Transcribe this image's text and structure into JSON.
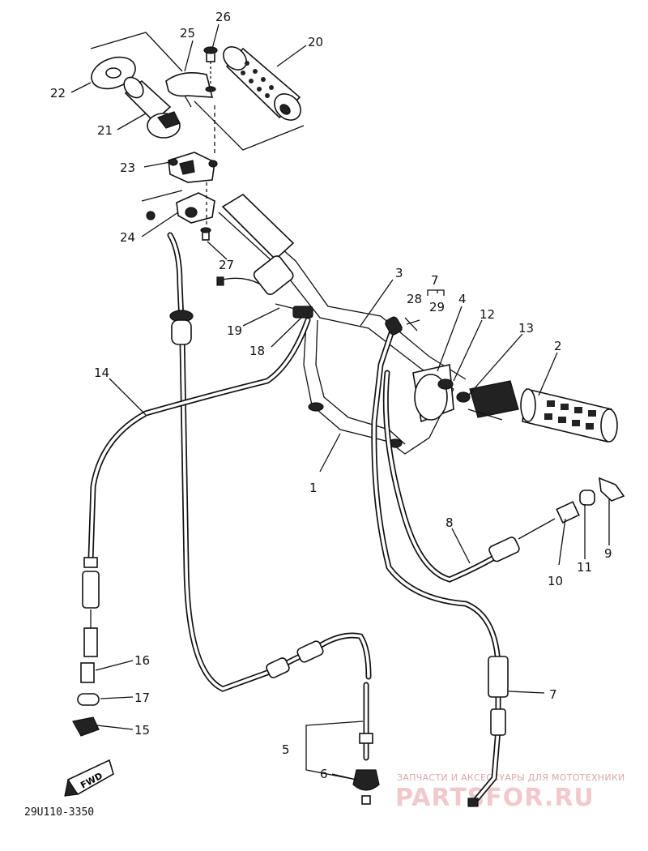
{
  "diagram": {
    "catalog_code": "29U110-3350",
    "fwd_badge": "FWD",
    "watermark": {
      "line1": "ЗАПЧАСТИ И АКСЕССУАРЫ ДЛЯ МОТОТЕХНИКИ",
      "line2": "PARTSFOR.RU"
    },
    "callouts": [
      {
        "id": "c1",
        "text": "1"
      },
      {
        "id": "c2",
        "text": "2"
      },
      {
        "id": "c3",
        "text": "3"
      },
      {
        "id": "c4",
        "text": "4"
      },
      {
        "id": "c5",
        "text": "5"
      },
      {
        "id": "c6",
        "text": "6"
      },
      {
        "id": "c7a",
        "text": "7"
      },
      {
        "id": "c7b",
        "text": "7"
      },
      {
        "id": "c8",
        "text": "8"
      },
      {
        "id": "c9",
        "text": "9"
      },
      {
        "id": "c10",
        "text": "10"
      },
      {
        "id": "c11",
        "text": "11"
      },
      {
        "id": "c12",
        "text": "12"
      },
      {
        "id": "c13",
        "text": "13"
      },
      {
        "id": "c14",
        "text": "14"
      },
      {
        "id": "c15",
        "text": "15"
      },
      {
        "id": "c16",
        "text": "16"
      },
      {
        "id": "c17",
        "text": "17"
      },
      {
        "id": "c18",
        "text": "18"
      },
      {
        "id": "c19",
        "text": "19"
      },
      {
        "id": "c20",
        "text": "20"
      },
      {
        "id": "c21",
        "text": "21"
      },
      {
        "id": "c22",
        "text": "22"
      },
      {
        "id": "c23",
        "text": "23"
      },
      {
        "id": "c24",
        "text": "24"
      },
      {
        "id": "c25",
        "text": "25"
      },
      {
        "id": "c26",
        "text": "26"
      },
      {
        "id": "c27",
        "text": "27"
      },
      {
        "id": "c28",
        "text": "28"
      },
      {
        "id": "c29",
        "text": "29"
      }
    ]
  }
}
